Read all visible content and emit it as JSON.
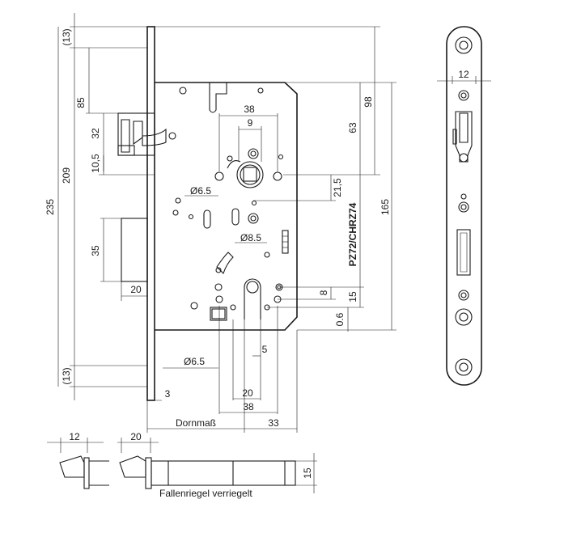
{
  "dimensions": {
    "d13_top": "(13)",
    "d85": "85",
    "d32": "32",
    "d10_5": "10,5",
    "d209": "209",
    "d235": "235",
    "d35": "35",
    "d20_left": "20",
    "d13_bottom": "(13)",
    "d3": "3",
    "d38_top": "38",
    "d9": "9",
    "d6_5_top": "Ø6.5",
    "d8_5": "Ø8.5",
    "d6_5_bottom": "Ø6.5",
    "d5": "5",
    "d20_bottom": "20",
    "d38_bottom": "38",
    "d33": "33",
    "d98": "98",
    "d63": "63",
    "d21_5": "21,5",
    "d165": "165",
    "d8": "8",
    "d15_right": "15",
    "d0_6": "0.6",
    "d12_faceplate": "12",
    "d12_side": "12",
    "d20_side": "20",
    "d15_side": "15"
  },
  "labels": {
    "model": "PZ72/CHRZ74",
    "dornmass": "Dornmaß",
    "caption": "Fallenriegel verriegelt"
  }
}
